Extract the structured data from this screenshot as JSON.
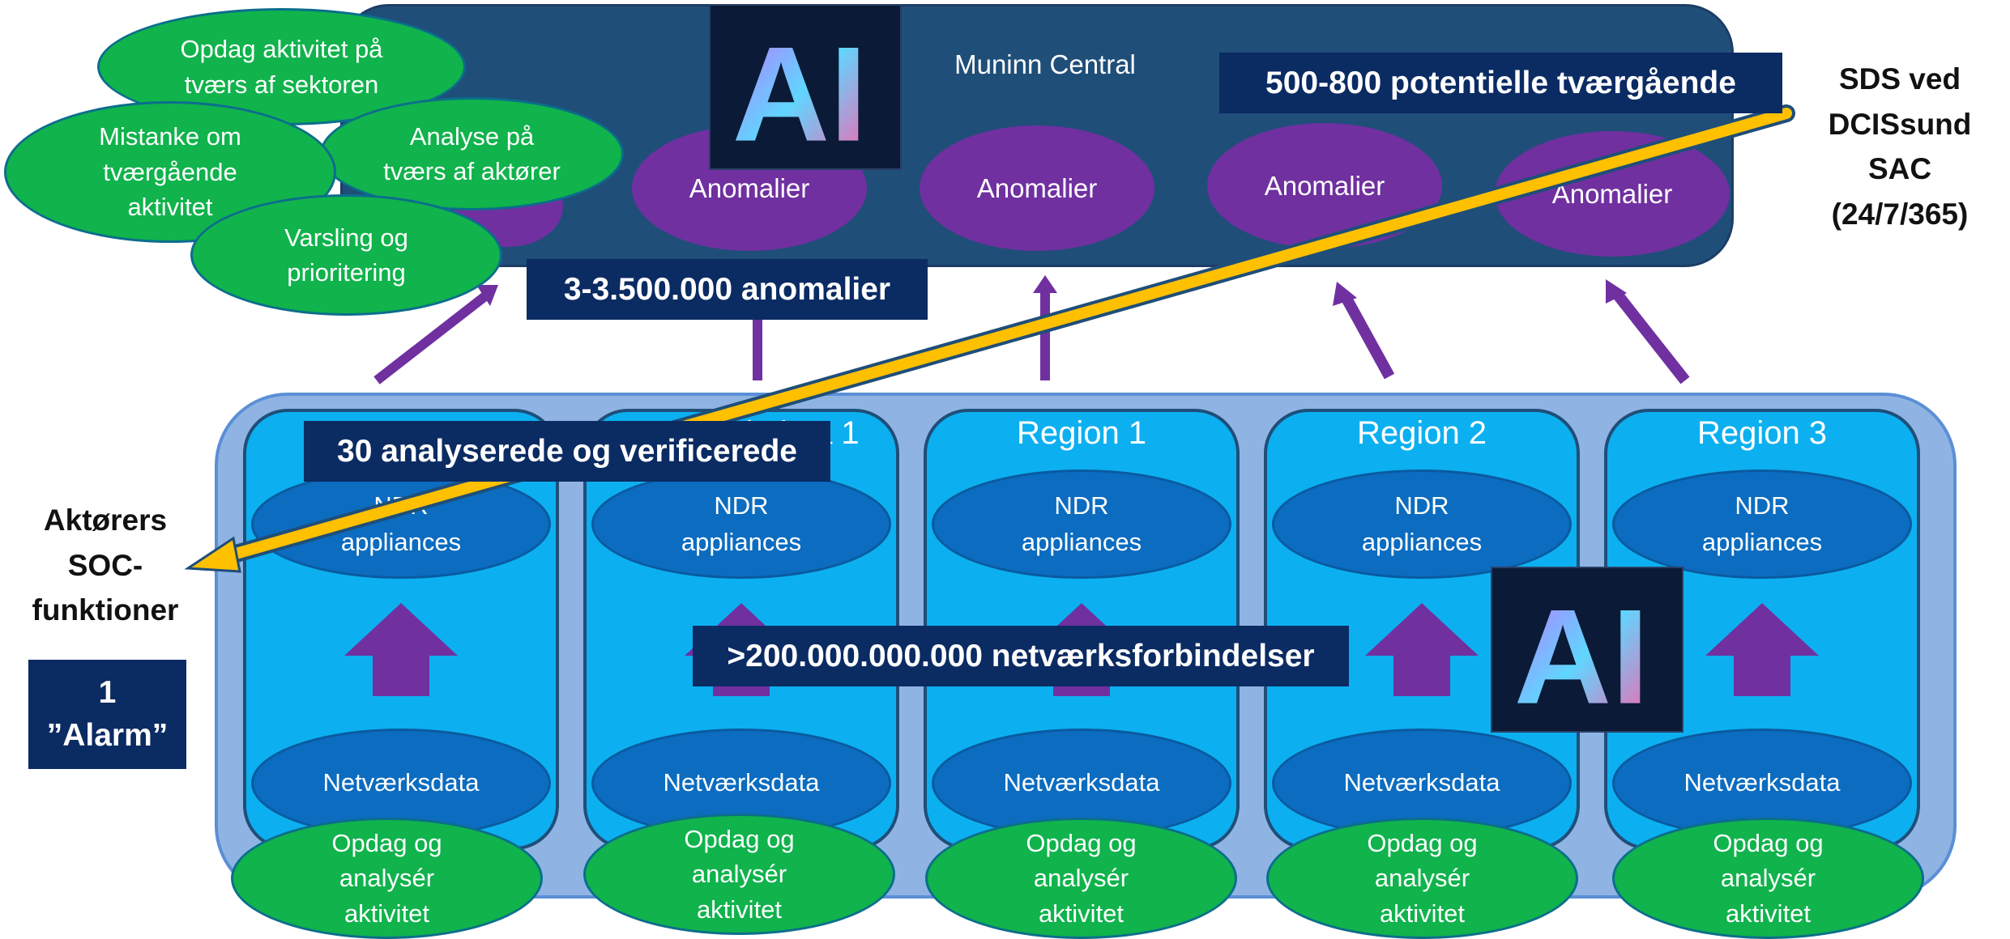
{
  "central": {
    "title": "Muninn Central",
    "anomaly_label": "Anomalier"
  },
  "labels": {
    "potential": "500-800 potentielle tværgående",
    "anomalies": "3-3.500.000 anomalier",
    "verified": "30 analyserede og verificerede",
    "connections": ">200.000.000.000 netværksforbindelser"
  },
  "sds": {
    "line1": "SDS ved",
    "line2": "DCISsund",
    "line3": "SAC",
    "line4": "(24/7/365)"
  },
  "actors": {
    "line1": "Aktørers",
    "line2": "SOC-",
    "line3": "funktioner"
  },
  "alarm": {
    "line1": "1",
    "line2": "”Alarm”"
  },
  "bubbles": {
    "b1": {
      "line1": "Opdag aktivitet på",
      "line2": "tværs af sektoren"
    },
    "b2": {
      "line1": "Mistanke om",
      "line2": "tværgående",
      "line3": "aktivitet"
    },
    "b3": {
      "line1": "Analyse på",
      "line2": "tværs af aktører"
    },
    "b4": {
      "line1": "Varsling og",
      "line2": "prioritering"
    }
  },
  "panels": [
    {
      "title": "Kommune 1"
    },
    {
      "title": "Sundhedsdata 1"
    },
    {
      "title": "Region 1"
    },
    {
      "title": "Region 2"
    },
    {
      "title": "Region 3"
    }
  ],
  "ndr": {
    "line1": "NDR",
    "line2": "appliances"
  },
  "network_label": "Netværksdata",
  "detect": {
    "line1": "Opdag og",
    "line2": "analysér",
    "line3": "aktivitet"
  },
  "ai_label": "AI",
  "colors": {
    "central_bg": "#1f4e79",
    "panel_bg": "#0cb0f0",
    "outer_panel_bg": "#8fb4e3",
    "anomaly_purple": "#7030a0",
    "ndr_blue": "#0b6cc0",
    "green": "#10b34c",
    "navy_label": "#0b2b63",
    "arrow_yellow": "#ffc000"
  }
}
